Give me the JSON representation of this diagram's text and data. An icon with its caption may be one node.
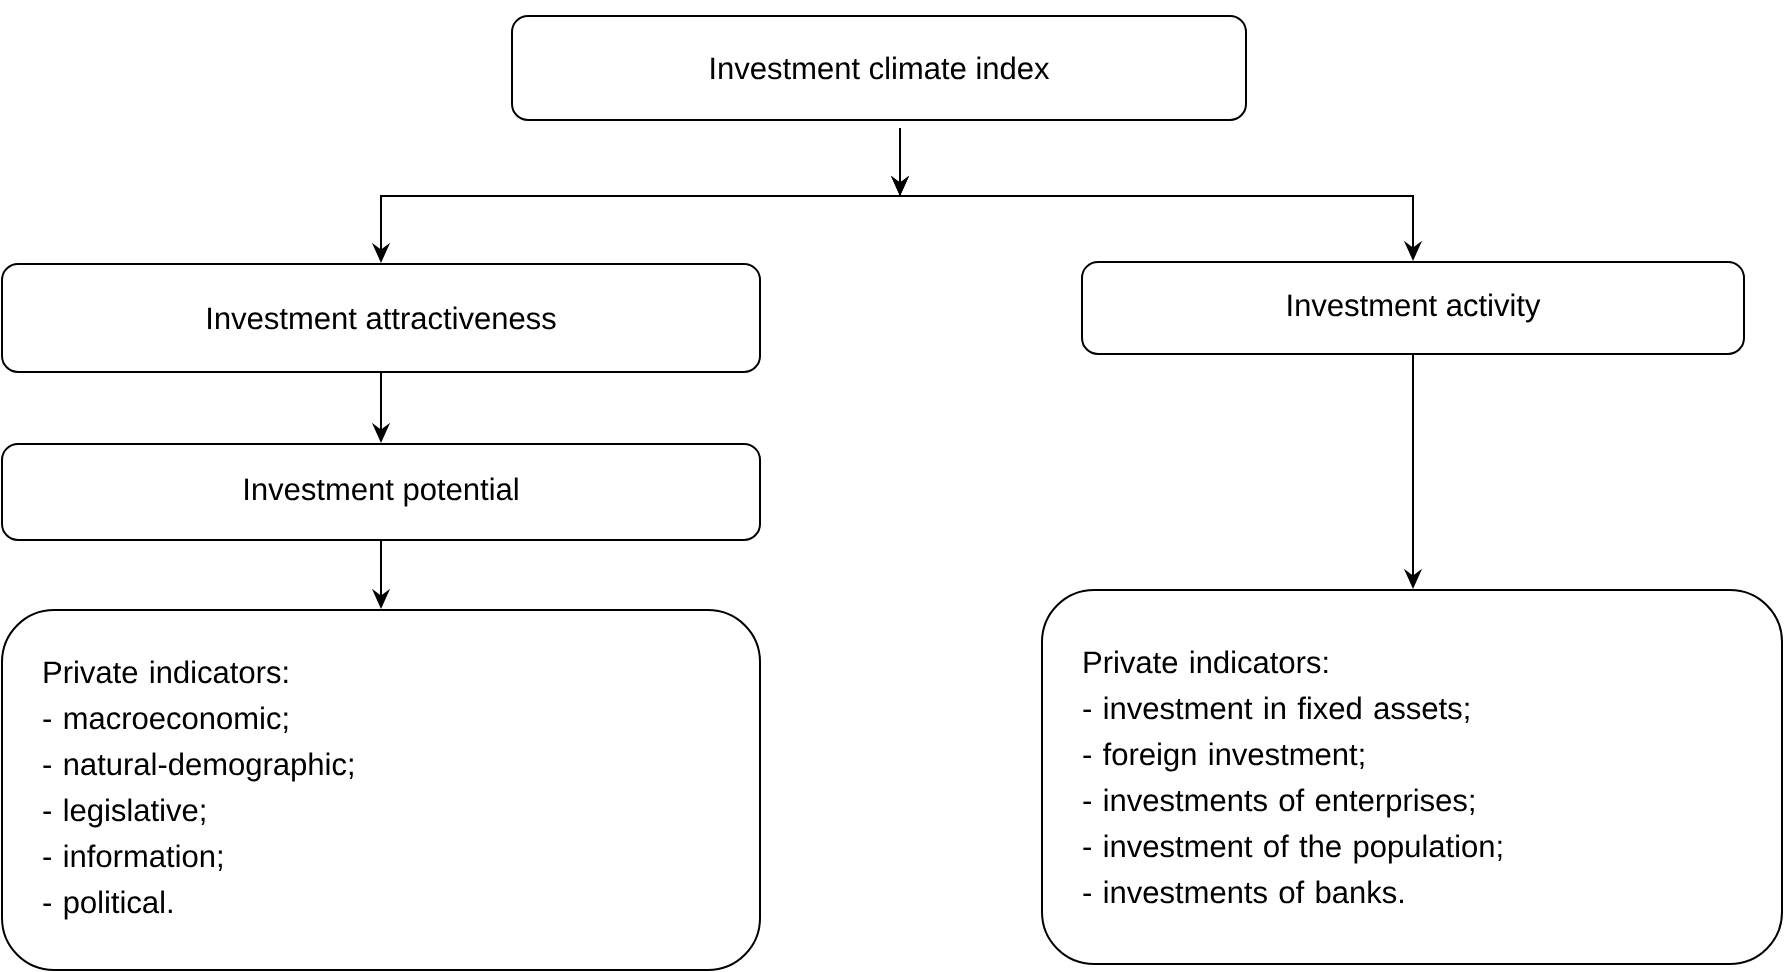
{
  "diagram": {
    "nodes": [
      {
        "text": [
          "Investment climate index"
        ]
      },
      {
        "text": [
          "Investment attractiveness"
        ]
      },
      {
        "text": [
          "Investment activity"
        ]
      },
      {
        "text": [
          "Investment potential"
        ]
      },
      {
        "text": [
          "Private indicators:",
          "- macroeconomic;",
          "- natural-demographic;",
          "- legislative;",
          "- information;",
          "- political."
        ]
      },
      {
        "text": [
          "Private indicators:",
          "- investment in fixed assets;",
          "- foreign investment;",
          "- investments of enterprises;",
          "- investment of the population;",
          "- investments of banks."
        ]
      }
    ],
    "edges": [
      {
        "from": 0,
        "to": 1,
        "arrow": "to"
      },
      {
        "from": 0,
        "to": 2,
        "arrow": "to"
      },
      {
        "from": 1,
        "to": 3,
        "arrow": "to"
      },
      {
        "from": 3,
        "to": 4,
        "arrow": "to"
      },
      {
        "from": 2,
        "to": 5,
        "arrow": "to"
      }
    ]
  }
}
